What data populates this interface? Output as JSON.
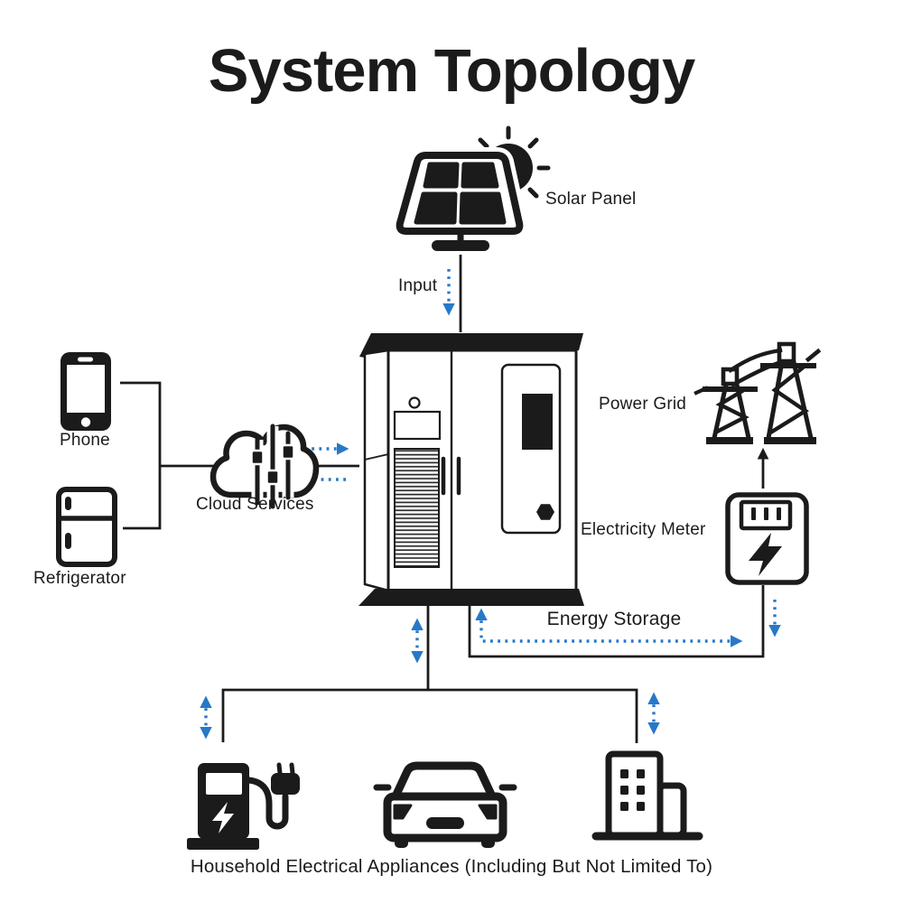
{
  "title": "System Topology",
  "colors": {
    "ink": "#1b1b1b",
    "arrow_blue": "#2878c8",
    "background": "#ffffff"
  },
  "labels": {
    "solar_panel": "Solar Panel",
    "input": "Input",
    "power_grid": "Power Grid",
    "electricity_meter": "Electricity Meter",
    "energy_storage": "Energy Storage",
    "phone": "Phone",
    "refrigerator": "Refrigerator",
    "cloud_services": "Cloud Services",
    "household_appliances": "Household Electrical Appliances (Including But Not Limited To)"
  },
  "icons": {
    "solar_panel": "solar-panel-icon",
    "sun": "sun-icon",
    "storage_cabinet": "energy-storage-cabinet-icon",
    "power_grid": "power-grid-towers-icon",
    "electricity_meter": "electricity-meter-icon",
    "lightning_bolt": "lightning-bolt-icon",
    "phone": "phone-icon",
    "refrigerator": "refrigerator-icon",
    "cloud_services": "cloud-services-icon",
    "ev_charger": "ev-charger-icon",
    "car": "car-icon",
    "building": "building-icon"
  }
}
